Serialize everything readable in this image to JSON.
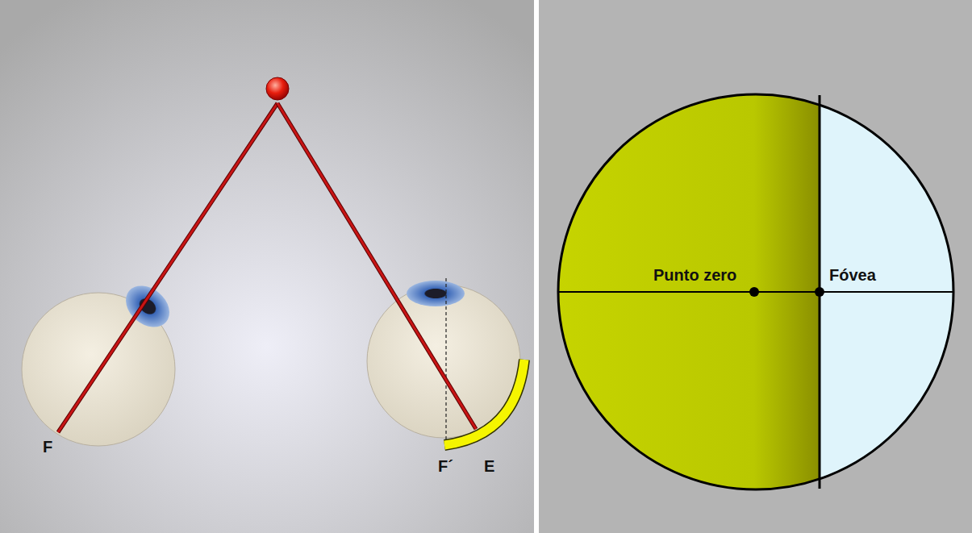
{
  "diagram": {
    "labels": [
      "F",
      "F´",
      "E",
      "Punto zero",
      "Fóvea"
    ]
  }
}
